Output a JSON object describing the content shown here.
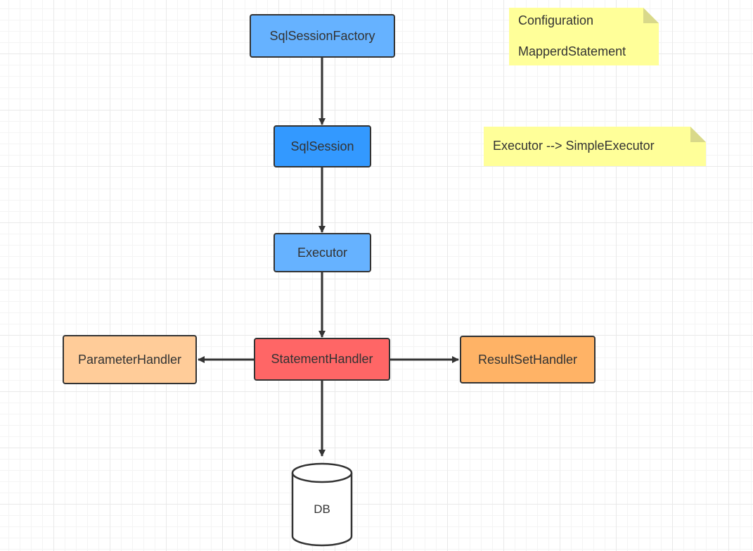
{
  "nodes": {
    "sqlsessionfactory": {
      "label": "SqlSessionFactory",
      "color": "#66b2ff"
    },
    "sqlsession": {
      "label": "SqlSession",
      "color": "#3399ff"
    },
    "executor": {
      "label": "Executor",
      "color": "#66b2ff"
    },
    "statementhandler": {
      "label": "StatementHandler",
      "color": "#ff6666"
    },
    "parameterhandler": {
      "label": "ParameterHandler",
      "color": "#ffcc99"
    },
    "resultsethandler": {
      "label": "ResultSetHandler",
      "color": "#ffb366"
    },
    "db": {
      "label": "DB"
    }
  },
  "notes": {
    "config_note": {
      "lines": [
        "Configuration",
        "MapperdStatement"
      ],
      "color": "#ffff99"
    },
    "executor_note": {
      "lines": [
        "Executor --> SimpleExecutor"
      ],
      "color": "#ffff99"
    }
  },
  "edges": [
    {
      "from": "SqlSessionFactory",
      "to": "SqlSession"
    },
    {
      "from": "SqlSession",
      "to": "Executor"
    },
    {
      "from": "Executor",
      "to": "StatementHandler"
    },
    {
      "from": "StatementHandler",
      "to": "ParameterHandler"
    },
    {
      "from": "StatementHandler",
      "to": "ResultSetHandler"
    },
    {
      "from": "StatementHandler",
      "to": "DB"
    }
  ]
}
